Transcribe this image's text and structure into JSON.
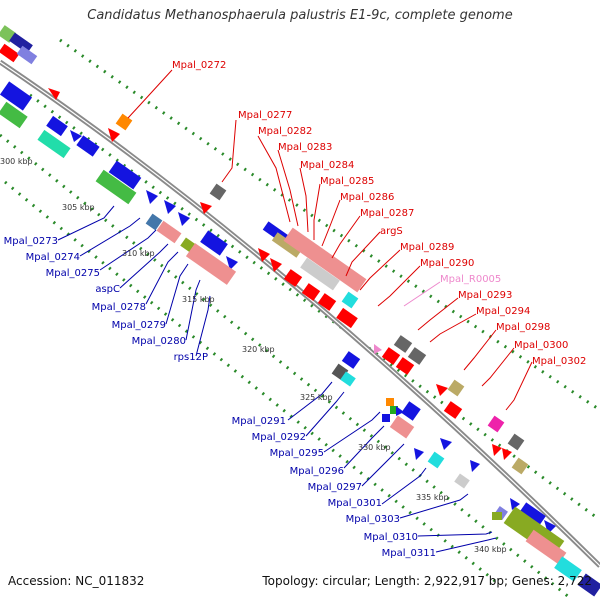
{
  "title": "Candidatus Methanosphaerula palustris E1-9c, complete genome",
  "accession": "Accession: NC_011832",
  "topology": "Topology: circular; Length: 2,922,917 bp; Genes: 2,722",
  "scale_labels": [
    "300 kbp",
    "305 kbp",
    "310 kbp",
    "315 kbp",
    "320 kbp",
    "325 kbp",
    "330 kbp",
    "335 kbp",
    "340 kbp"
  ],
  "forward_genes": [
    "Mpal_0272",
    "Mpal_0277",
    "Mpal_0282",
    "Mpal_0283",
    "Mpal_0284",
    "Mpal_0285",
    "Mpal_0286",
    "Mpal_0287",
    "argS",
    "Mpal_0289",
    "Mpal_0290",
    "Mpal_R0005",
    "Mpal_0293",
    "Mpal_0294",
    "Mpal_0298",
    "Mpal_0300",
    "Mpal_0302"
  ],
  "reverse_genes": [
    "Mpal_0273",
    "Mpal_0274",
    "Mpal_0275",
    "aspC",
    "Mpal_0278",
    "Mpal_0279",
    "Mpal_0280",
    "rps12P",
    "Mpal_0291",
    "Mpal_0292",
    "Mpal_0295",
    "Mpal_0296",
    "Mpal_0297",
    "Mpal_0301",
    "Mpal_0303",
    "Mpal_0310",
    "Mpal_0311"
  ],
  "colors": {
    "forward_label": "#dd0000",
    "reverse_label": "#0000aa",
    "rna_label": "#ee88cc",
    "backbone": "#8a8a8a",
    "gc_dots": "#2a8a2a"
  }
}
